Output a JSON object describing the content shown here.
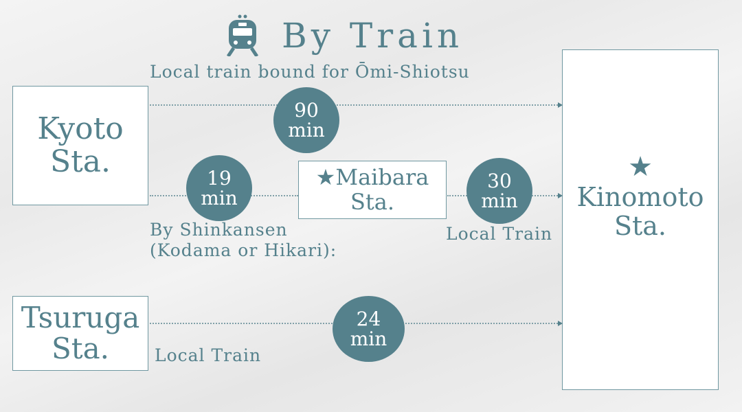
{
  "header": {
    "icon": "train-icon",
    "title": "By Train",
    "subtitle": "Local train bound for Ōmi-Shiotsu"
  },
  "stations": {
    "kyoto": [
      "Kyoto",
      "Sta."
    ],
    "maibara": [
      "Maibara",
      "Sta."
    ],
    "kinomoto": [
      "Kinomoto",
      "Sta."
    ],
    "tsuruga": [
      "Tsuruga",
      "Sta."
    ]
  },
  "routes": {
    "kyoto_kinomoto": {
      "time": "90",
      "unit": "min"
    },
    "kyoto_maibara": {
      "time": "19",
      "unit": "min",
      "label1": "By Shinkansen",
      "label2": "(Kodama or Hikari):"
    },
    "maibara_kinomoto": {
      "time": "30",
      "unit": "min",
      "label": "Local Train"
    },
    "tsuruga_kinomoto": {
      "time": "24",
      "unit": "min",
      "label": "Local Train"
    }
  },
  "colors": {
    "accent": "#55818c"
  }
}
